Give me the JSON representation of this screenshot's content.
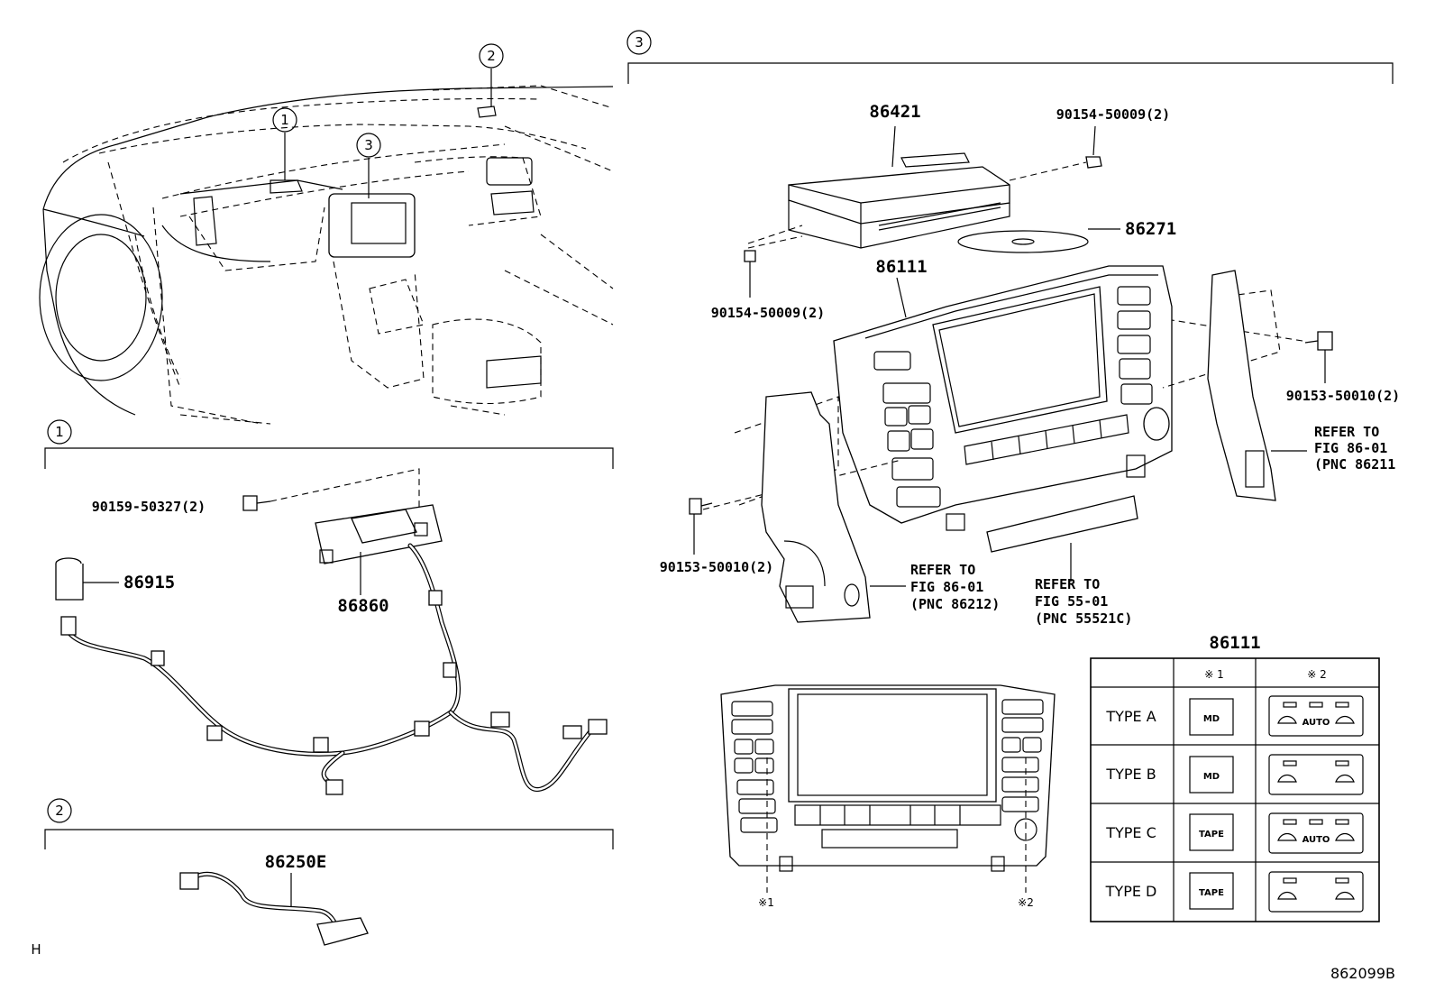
{
  "diagram_code": "862099B",
  "corner_mark": "H",
  "callouts": {
    "c1": "1",
    "c2": "2",
    "c3": "3"
  },
  "sections": [
    {
      "marker": "1"
    },
    {
      "marker": "2"
    },
    {
      "marker": "3"
    }
  ],
  "parts": {
    "p86421": "86421",
    "p90154_a": "90154-50009(2)",
    "p86271": "86271",
    "p86111": "86111",
    "p90154_b": "90154-50009(2)",
    "p90153_a": "90153-50010(2)",
    "p90153_b": "90153-50010(2)",
    "p90159": "90159-50327(2)",
    "p86915": "86915",
    "p86860": "86860",
    "p86250E": "86250E"
  },
  "refs": {
    "ref1": [
      "REFER TO",
      "FIG 86-01",
      "(PNC 86212)"
    ],
    "ref2": [
      "REFER TO",
      "FIG 55-01",
      "(PNC 55521C)"
    ],
    "ref3": [
      "REFER TO",
      "FIG 86-01",
      "(PNC 86211"
    ]
  },
  "detail_marks": [
    "※1",
    "※2"
  ],
  "type_table": {
    "title": "86111",
    "headers": [
      "※ 1",
      "※ 2"
    ],
    "rows": [
      {
        "type": "TYPE A",
        "btn": "MD",
        "auto": true,
        "auto_label": "AUTO"
      },
      {
        "type": "TYPE B",
        "btn": "MD",
        "auto": false,
        "auto_label": ""
      },
      {
        "type": "TYPE C",
        "btn": "TAPE",
        "auto": true,
        "auto_label": "AUTO"
      },
      {
        "type": "TYPE D",
        "btn": "TAPE",
        "auto": false,
        "auto_label": ""
      }
    ]
  }
}
